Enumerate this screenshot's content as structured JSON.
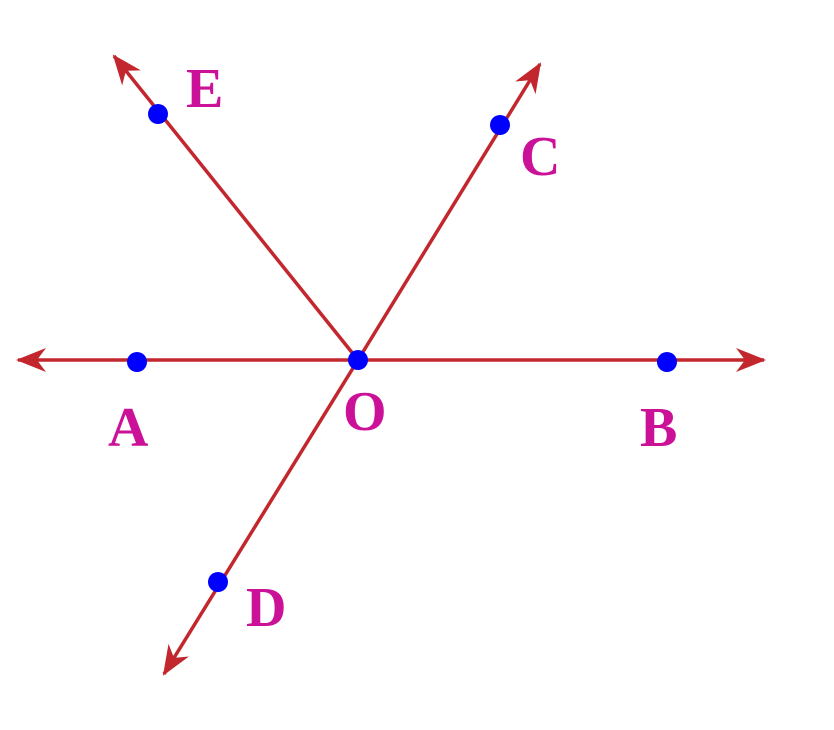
{
  "colors": {
    "line": "#C1272D",
    "point": "#0000FF",
    "label": "#CC1199",
    "background": "#FFFFFF"
  },
  "points": {
    "O": {
      "label": "O"
    },
    "A": {
      "label": "A"
    },
    "B": {
      "label": "B"
    },
    "C": {
      "label": "C"
    },
    "D": {
      "label": "D"
    },
    "E": {
      "label": "E"
    }
  }
}
